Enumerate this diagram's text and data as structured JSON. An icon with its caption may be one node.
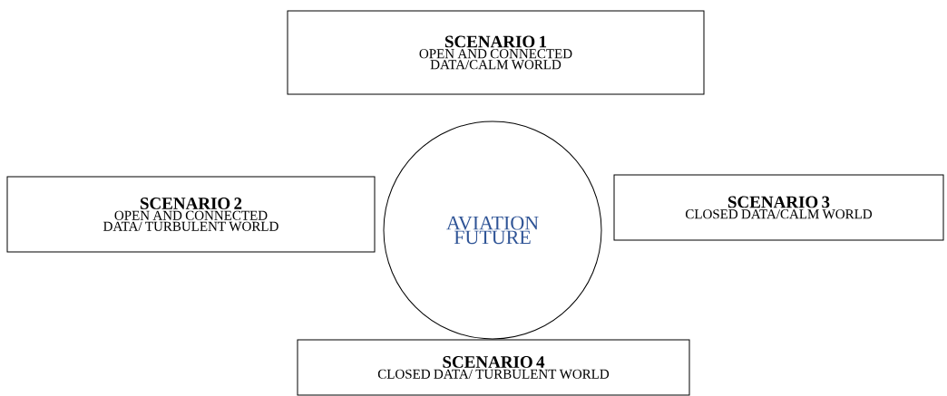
{
  "diagram": {
    "nodes": [
      {
        "text": [
          "SCENARIO 1",
          "OPEN AND CONNECTED DATA/CALM WORLD"
        ]
      },
      {
        "text": [
          "SCENARIO 2",
          "OPEN AND CONNECTED DATA/ TURBULENT WORLD"
        ]
      },
      {
        "text": [
          "AVIATION FUTURE"
        ]
      },
      {
        "text": [
          "SCENARIO 3",
          "CLOSED DATA/CALM WORLD"
        ]
      },
      {
        "text": [
          "SCENARIO 4",
          "CLOSED DATA/ TURBULENT WORLD"
        ]
      }
    ]
  }
}
